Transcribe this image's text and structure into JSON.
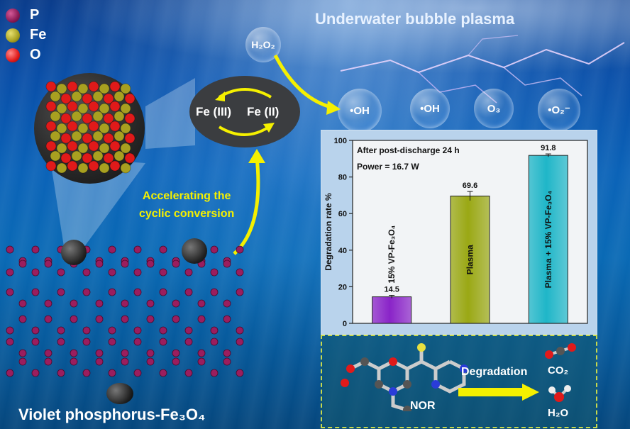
{
  "title": "Underwater bubble plasma",
  "legend": [
    {
      "label": "P",
      "color": "#8a1a55"
    },
    {
      "label": "Fe",
      "color": "#a8a020"
    },
    {
      "label": "O",
      "color": "#e01a1a"
    }
  ],
  "bubbles": {
    "h2o2": "H₂O₂",
    "species": [
      "•OH",
      "•OH",
      "O₃",
      "•O₂⁻"
    ]
  },
  "cycle": {
    "left": "Fe (III)",
    "right": "Fe (II)"
  },
  "accelerating": {
    "line1": "Accelerating the",
    "line2": "cyclic conversion"
  },
  "material_label": "Violet phosphorus-Fe₃O₄",
  "chart_data": {
    "type": "bar",
    "annotation_lines": [
      "After post-discharge 24 h",
      "Power = 16.7 W"
    ],
    "ylabel": "Degradation rate %",
    "ylim": [
      0,
      100
    ],
    "yticks": [
      0,
      20,
      40,
      60,
      80,
      100
    ],
    "categories": [
      "15% VP-Fe₃O₄",
      "Plasma",
      "Plasma + 15% VP-Fe₃O₄"
    ],
    "values": [
      14.5,
      69.6,
      91.8
    ],
    "value_labels": [
      "14.5",
      "69.6",
      "91.8"
    ],
    "errors": [
      0.8,
      2.5,
      0.8
    ],
    "colors": [
      "#8a24c8",
      "#9aa814",
      "#1fb6c8"
    ]
  },
  "reaction": {
    "reactant": "NOR",
    "arrow_label": "Degradation",
    "products": [
      "CO₂",
      "H₂O"
    ]
  }
}
